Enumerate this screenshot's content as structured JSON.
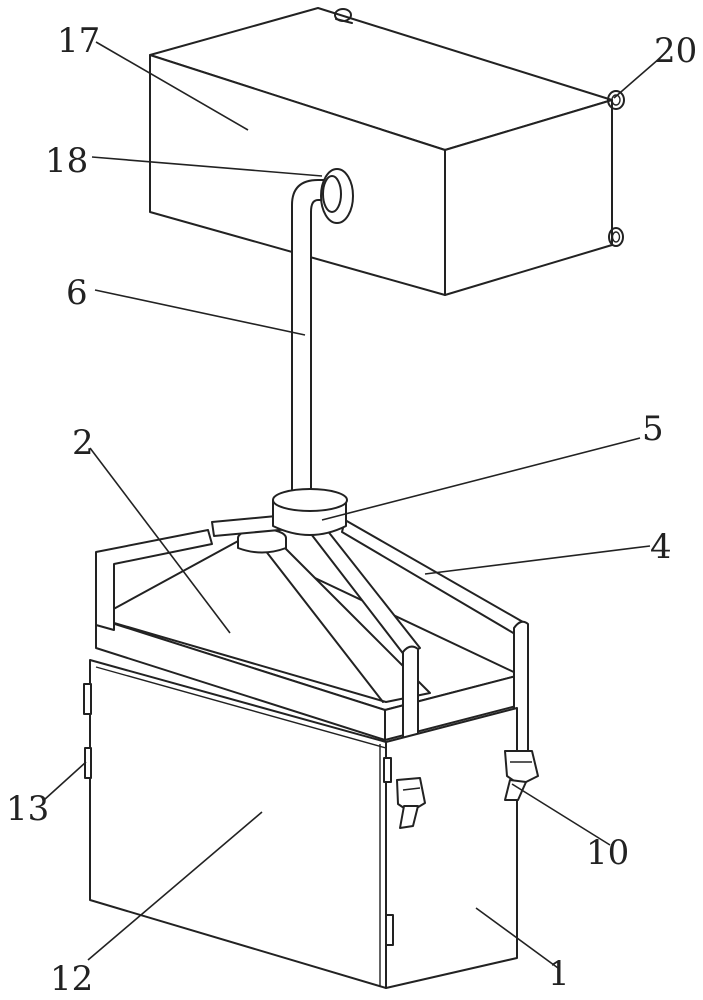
{
  "labels": {
    "l17": "17",
    "l20": "20",
    "l18": "18",
    "l6": "6",
    "l5": "5",
    "l2": "2",
    "l4": "4",
    "l13": "13",
    "l10": "10",
    "l12": "12",
    "l1": "1"
  },
  "colors": {
    "line": "#222222",
    "background": "#ffffff"
  }
}
